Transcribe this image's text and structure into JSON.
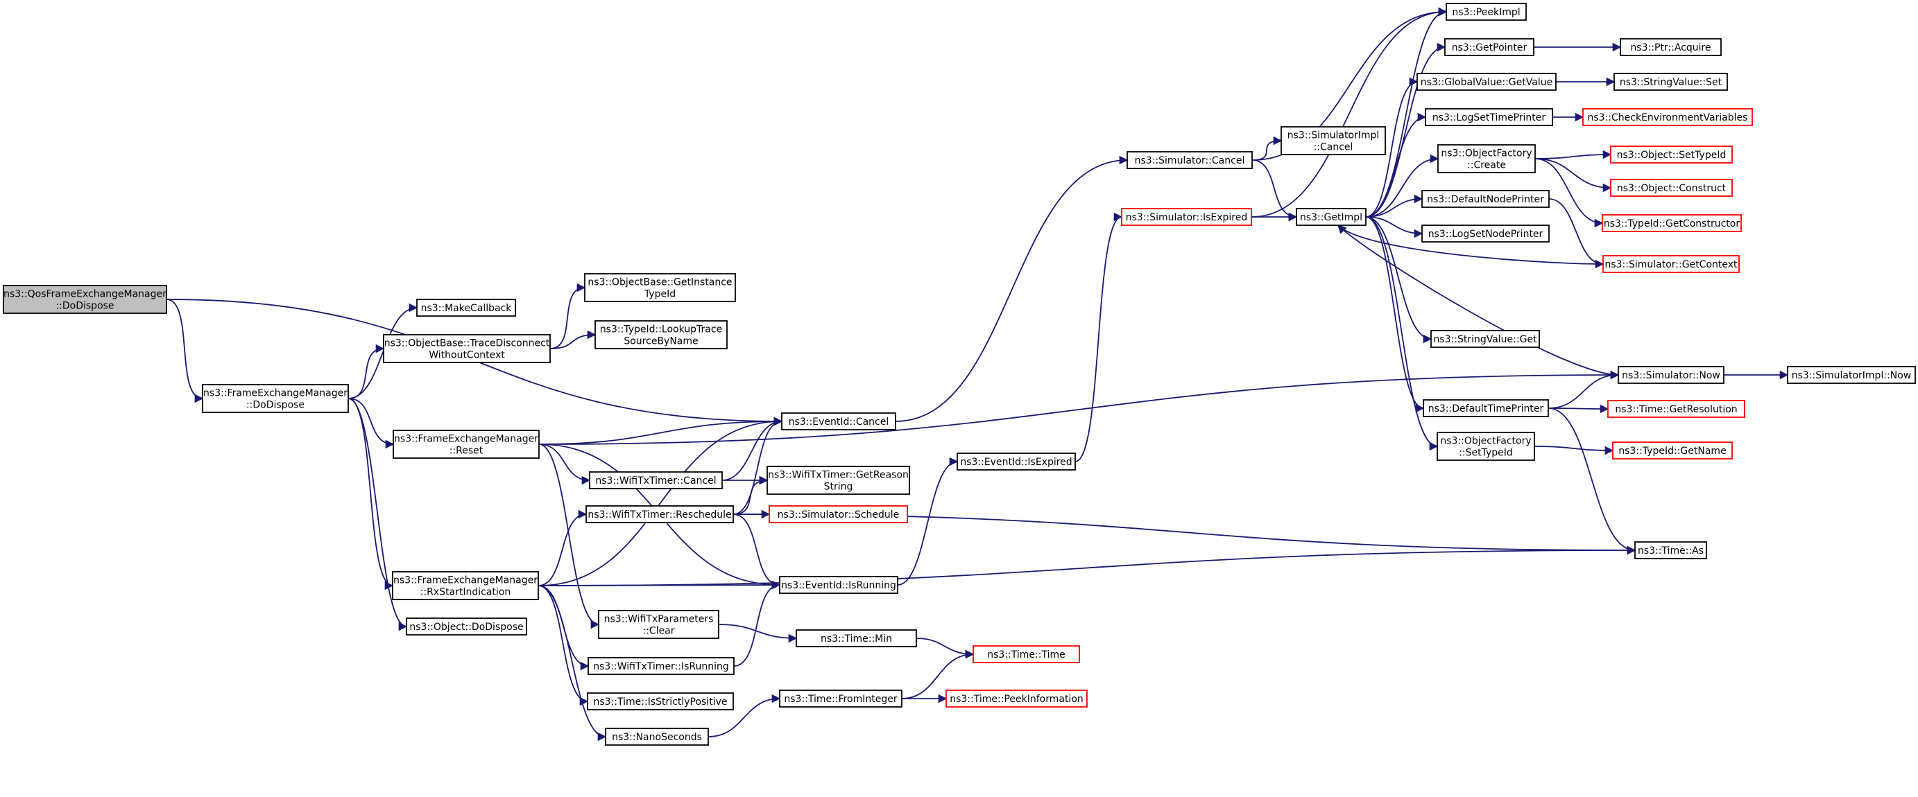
{
  "colors": {
    "edge": "#191970",
    "node_border": "#000000",
    "node_border_truncated": "#ff0000",
    "root_fill": "#bfbfbf",
    "node_fill": "#ffffff",
    "text": "#000000"
  },
  "nodes": [
    {
      "id": "root",
      "lines": [
        "ns3::QosFrameExchangeManager",
        "::DoDispose"
      ],
      "style": "root"
    },
    {
      "id": "fem_dispose",
      "lines": [
        "ns3::FrameExchangeManager",
        "::DoDispose"
      ],
      "style": "normal"
    },
    {
      "id": "makecallback",
      "lines": [
        "ns3::MakeCallback"
      ],
      "style": "normal"
    },
    {
      "id": "tracedisconnect",
      "lines": [
        "ns3::ObjectBase::TraceDisconnect",
        "WithoutContext"
      ],
      "style": "normal"
    },
    {
      "id": "getinstancetypeid",
      "lines": [
        "ns3::ObjectBase::GetInstance",
        "TypeId"
      ],
      "style": "normal"
    },
    {
      "id": "lookuptrace",
      "lines": [
        "ns3::TypeId::LookupTrace",
        "SourceByName"
      ],
      "style": "normal"
    },
    {
      "id": "fem_reset",
      "lines": [
        "ns3::FrameExchangeManager",
        "::Reset"
      ],
      "style": "normal"
    },
    {
      "id": "fem_rxstart",
      "lines": [
        "ns3::FrameExchangeManager",
        "::RxStartIndication"
      ],
      "style": "normal"
    },
    {
      "id": "object_dodispose",
      "lines": [
        "ns3::Object::DoDispose"
      ],
      "style": "normal"
    },
    {
      "id": "eventid_cancel",
      "lines": [
        "ns3::EventId::Cancel"
      ],
      "style": "normal"
    },
    {
      "id": "wtt_cancel",
      "lines": [
        "ns3::WifiTxTimer::Cancel"
      ],
      "style": "normal"
    },
    {
      "id": "wtt_getreason",
      "lines": [
        "ns3::WifiTxTimer::GetReason",
        "String"
      ],
      "style": "normal"
    },
    {
      "id": "wtt_reschedule",
      "lines": [
        "ns3::WifiTxTimer::Reschedule"
      ],
      "style": "normal"
    },
    {
      "id": "sim_schedule",
      "lines": [
        "ns3::Simulator::Schedule"
      ],
      "style": "truncated"
    },
    {
      "id": "eventid_isrunning",
      "lines": [
        "ns3::EventId::IsRunning"
      ],
      "style": "normal"
    },
    {
      "id": "wtp_clear",
      "lines": [
        "ns3::WifiTxParameters",
        "::Clear"
      ],
      "style": "normal"
    },
    {
      "id": "wtt_isrunning",
      "lines": [
        "ns3::WifiTxTimer::IsRunning"
      ],
      "style": "normal"
    },
    {
      "id": "time_isstrictlypositive",
      "lines": [
        "ns3::Time::IsStrictlyPositive"
      ],
      "style": "normal"
    },
    {
      "id": "nanoseconds",
      "lines": [
        "ns3::NanoSeconds"
      ],
      "style": "normal"
    },
    {
      "id": "time_min",
      "lines": [
        "ns3::Time::Min"
      ],
      "style": "normal"
    },
    {
      "id": "time_time",
      "lines": [
        "ns3::Time::Time"
      ],
      "style": "truncated"
    },
    {
      "id": "time_frominteger",
      "lines": [
        "ns3::Time::FromInteger"
      ],
      "style": "normal"
    },
    {
      "id": "time_peekinformation",
      "lines": [
        "ns3::Time::PeekInformation"
      ],
      "style": "truncated"
    },
    {
      "id": "eventid_isexpired",
      "lines": [
        "ns3::EventId::IsExpired"
      ],
      "style": "normal"
    },
    {
      "id": "sim_cancel",
      "lines": [
        "ns3::Simulator::Cancel"
      ],
      "style": "normal"
    },
    {
      "id": "simimpl_cancel",
      "lines": [
        "ns3::SimulatorImpl",
        "::Cancel"
      ],
      "style": "normal"
    },
    {
      "id": "sim_isexpired",
      "lines": [
        "ns3::Simulator::IsExpired"
      ],
      "style": "truncated"
    },
    {
      "id": "getimpl",
      "lines": [
        "ns3::GetImpl"
      ],
      "style": "normal"
    },
    {
      "id": "peekimpl",
      "lines": [
        "ns3::PeekImpl"
      ],
      "style": "normal"
    },
    {
      "id": "getpointer",
      "lines": [
        "ns3::GetPointer"
      ],
      "style": "normal"
    },
    {
      "id": "ptr_acquire",
      "lines": [
        "ns3::Ptr::Acquire"
      ],
      "style": "normal"
    },
    {
      "id": "globalvalue_getvalue",
      "lines": [
        "ns3::GlobalValue::GetValue"
      ],
      "style": "normal"
    },
    {
      "id": "stringvalue_set",
      "lines": [
        "ns3::StringValue::Set"
      ],
      "style": "normal"
    },
    {
      "id": "logsettimeprinter",
      "lines": [
        "ns3::LogSetTimePrinter"
      ],
      "style": "normal"
    },
    {
      "id": "checkenv",
      "lines": [
        "ns3::CheckEnvironmentVariables"
      ],
      "style": "truncated"
    },
    {
      "id": "objectfactory_create",
      "lines": [
        "ns3::ObjectFactory",
        "::Create"
      ],
      "style": "normal"
    },
    {
      "id": "object_settypeid",
      "lines": [
        "ns3::Object::SetTypeId"
      ],
      "style": "truncated"
    },
    {
      "id": "object_construct",
      "lines": [
        "ns3::Object::Construct"
      ],
      "style": "truncated"
    },
    {
      "id": "defaultnodeprinter",
      "lines": [
        "ns3::DefaultNodePrinter"
      ],
      "style": "normal"
    },
    {
      "id": "typeid_getconstructor",
      "lines": [
        "ns3::TypeId::GetConstructor"
      ],
      "style": "truncated"
    },
    {
      "id": "logsetnodeprinter",
      "lines": [
        "ns3::LogSetNodePrinter"
      ],
      "style": "normal"
    },
    {
      "id": "sim_getcontext",
      "lines": [
        "ns3::Simulator::GetContext"
      ],
      "style": "truncated"
    },
    {
      "id": "stringvalue_get",
      "lines": [
        "ns3::StringValue::Get"
      ],
      "style": "normal"
    },
    {
      "id": "sim_now",
      "lines": [
        "ns3::Simulator::Now"
      ],
      "style": "normal"
    },
    {
      "id": "simimpl_now",
      "lines": [
        "ns3::SimulatorImpl::Now"
      ],
      "style": "normal"
    },
    {
      "id": "defaulttimeprinter",
      "lines": [
        "ns3::DefaultTimePrinter"
      ],
      "style": "normal"
    },
    {
      "id": "time_getresolution",
      "lines": [
        "ns3::Time::GetResolution"
      ],
      "style": "truncated"
    },
    {
      "id": "objectfactory_settypeid",
      "lines": [
        "ns3::ObjectFactory",
        "::SetTypeId"
      ],
      "style": "normal"
    },
    {
      "id": "typeid_getname",
      "lines": [
        "ns3::TypeId::GetName"
      ],
      "style": "truncated"
    },
    {
      "id": "time_as",
      "lines": [
        "ns3::Time::As"
      ],
      "style": "normal"
    }
  ],
  "edges": [
    [
      "root",
      "fem_dispose"
    ],
    [
      "root",
      "eventid_cancel"
    ],
    [
      "fem_dispose",
      "makecallback"
    ],
    [
      "fem_dispose",
      "tracedisconnect"
    ],
    [
      "fem_dispose",
      "fem_reset"
    ],
    [
      "fem_dispose",
      "fem_rxstart"
    ],
    [
      "fem_dispose",
      "object_dodispose"
    ],
    [
      "tracedisconnect",
      "getinstancetypeid"
    ],
    [
      "tracedisconnect",
      "lookuptrace"
    ],
    [
      "fem_reset",
      "eventid_cancel"
    ],
    [
      "fem_reset",
      "wtt_cancel"
    ],
    [
      "fem_reset",
      "eventid_isrunning"
    ],
    [
      "fem_reset",
      "wtp_clear"
    ],
    [
      "fem_reset",
      "sim_now"
    ],
    [
      "fem_rxstart",
      "eventid_cancel"
    ],
    [
      "fem_rxstart",
      "wtt_reschedule"
    ],
    [
      "fem_rxstart",
      "eventid_isrunning"
    ],
    [
      "fem_rxstart",
      "wtt_isrunning"
    ],
    [
      "fem_rxstart",
      "time_isstrictlypositive"
    ],
    [
      "fem_rxstart",
      "nanoseconds"
    ],
    [
      "fem_rxstart",
      "time_as"
    ],
    [
      "eventid_cancel",
      "sim_cancel"
    ],
    [
      "wtt_cancel",
      "eventid_cancel"
    ],
    [
      "wtt_cancel",
      "wtt_getreason"
    ],
    [
      "wtt_reschedule",
      "eventid_cancel"
    ],
    [
      "wtt_reschedule",
      "wtt_getreason"
    ],
    [
      "wtt_reschedule",
      "sim_schedule"
    ],
    [
      "wtt_reschedule",
      "eventid_isrunning"
    ],
    [
      "wtt_reschedule",
      "time_as"
    ],
    [
      "eventid_isrunning",
      "eventid_isexpired"
    ],
    [
      "wtp_clear",
      "time_min"
    ],
    [
      "wtt_isrunning",
      "eventid_isrunning"
    ],
    [
      "nanoseconds",
      "time_frominteger"
    ],
    [
      "time_min",
      "time_time"
    ],
    [
      "time_frominteger",
      "time_time"
    ],
    [
      "time_frominteger",
      "time_peekinformation"
    ],
    [
      "eventid_isexpired",
      "sim_isexpired"
    ],
    [
      "sim_cancel",
      "simimpl_cancel"
    ],
    [
      "sim_cancel",
      "getimpl"
    ],
    [
      "sim_cancel",
      "peekimpl"
    ],
    [
      "sim_isexpired",
      "getimpl"
    ],
    [
      "sim_isexpired",
      "peekimpl"
    ],
    [
      "getimpl",
      "peekimpl"
    ],
    [
      "getimpl",
      "getpointer"
    ],
    [
      "getimpl",
      "globalvalue_getvalue"
    ],
    [
      "getimpl",
      "logsettimeprinter"
    ],
    [
      "getimpl",
      "objectfactory_create"
    ],
    [
      "getimpl",
      "defaultnodeprinter"
    ],
    [
      "getimpl",
      "logsetnodeprinter"
    ],
    [
      "getimpl",
      "stringvalue_get"
    ],
    [
      "getimpl",
      "defaulttimeprinter"
    ],
    [
      "getimpl",
      "objectfactory_settypeid"
    ],
    [
      "getpointer",
      "ptr_acquire"
    ],
    [
      "globalvalue_getvalue",
      "stringvalue_set"
    ],
    [
      "logsettimeprinter",
      "checkenv"
    ],
    [
      "objectfactory_create",
      "object_settypeid"
    ],
    [
      "objectfactory_create",
      "object_construct"
    ],
    [
      "objectfactory_create",
      "typeid_getconstructor"
    ],
    [
      "defaultnodeprinter",
      "sim_getcontext"
    ],
    [
      "sim_getcontext",
      "getimpl"
    ],
    [
      "sim_now",
      "getimpl"
    ],
    [
      "sim_now",
      "simimpl_now"
    ],
    [
      "defaulttimeprinter",
      "sim_now"
    ],
    [
      "defaulttimeprinter",
      "time_getresolution"
    ],
    [
      "defaulttimeprinter",
      "time_as"
    ],
    [
      "objectfactory_settypeid",
      "typeid_getname"
    ]
  ]
}
